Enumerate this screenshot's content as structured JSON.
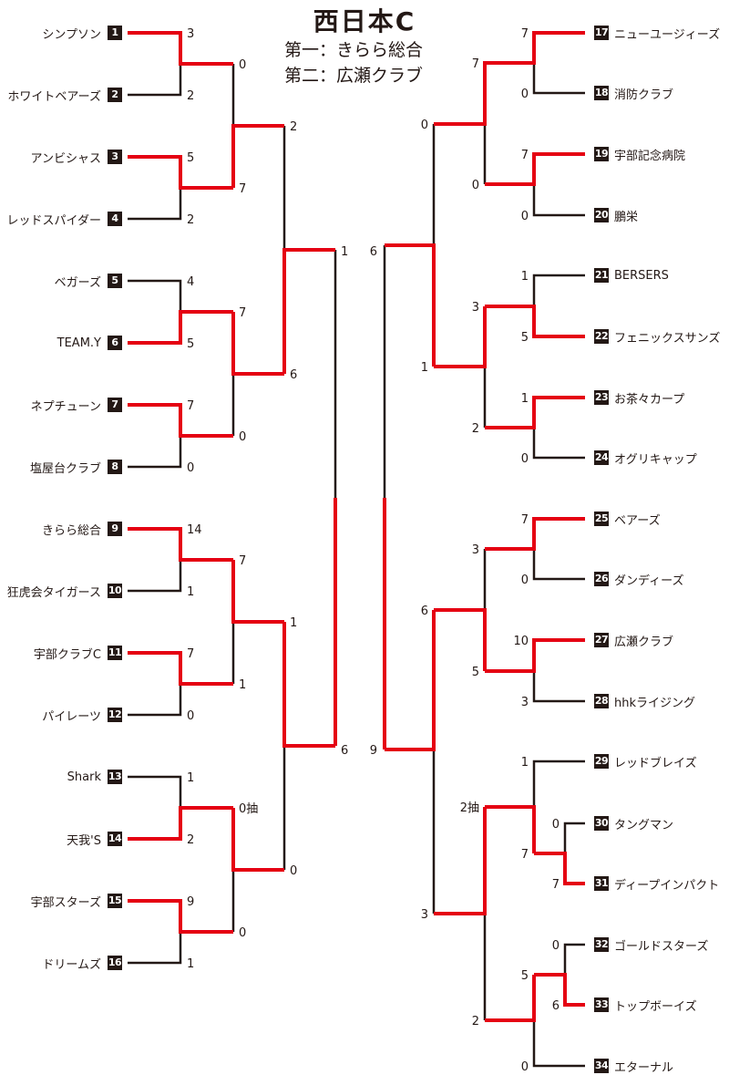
{
  "title": "西日本C",
  "subtitle_first": "第一：きらら総合",
  "subtitle_second": "第二：広瀬クラブ",
  "colors": {
    "winner_line": "#e50012",
    "line": "#231815"
  },
  "left_teams": [
    {
      "num": "1",
      "name": "シンプソン"
    },
    {
      "num": "2",
      "name": "ホワイトベアーズ"
    },
    {
      "num": "3",
      "name": "アンビシャス"
    },
    {
      "num": "4",
      "name": "レッドスパイダー"
    },
    {
      "num": "5",
      "name": "ベガーズ"
    },
    {
      "num": "6",
      "name": "TEAM.Y"
    },
    {
      "num": "7",
      "name": "ネプチューン"
    },
    {
      "num": "8",
      "name": "塩屋台クラブ"
    },
    {
      "num": "9",
      "name": "きらら総合"
    },
    {
      "num": "10",
      "name": "狂虎会タイガース"
    },
    {
      "num": "11",
      "name": "宇部クラブC"
    },
    {
      "num": "12",
      "name": "パイレーツ"
    },
    {
      "num": "13",
      "name": "Shark"
    },
    {
      "num": "14",
      "name": "天我'S"
    },
    {
      "num": "15",
      "name": "宇部スターズ"
    },
    {
      "num": "16",
      "name": "ドリームズ"
    }
  ],
  "right_teams": [
    {
      "num": "17",
      "name": "ニューユージィーズ"
    },
    {
      "num": "18",
      "name": "消防クラブ"
    },
    {
      "num": "19",
      "name": "宇部記念病院"
    },
    {
      "num": "20",
      "name": "鵬栄"
    },
    {
      "num": "21",
      "name": "BERSERS"
    },
    {
      "num": "22",
      "name": "フェニックスサンズ"
    },
    {
      "num": "23",
      "name": "お茶々カープ"
    },
    {
      "num": "24",
      "name": "オグリキャップ"
    },
    {
      "num": "25",
      "name": "ベアーズ"
    },
    {
      "num": "26",
      "name": "ダンディーズ"
    },
    {
      "num": "27",
      "name": "広瀬クラブ"
    },
    {
      "num": "28",
      "name": "hhkライジング"
    },
    {
      "num": "29",
      "name": "レッドブレイズ"
    },
    {
      "num": "30",
      "name": "タングマン"
    },
    {
      "num": "31",
      "name": "ディープインパクト"
    },
    {
      "num": "32",
      "name": "ゴールドスターズ"
    },
    {
      "num": "33",
      "name": "トップボーイズ"
    },
    {
      "num": "34",
      "name": "エターナル"
    }
  ],
  "scores": {
    "left": {
      "r1": [
        "3",
        "2",
        "5",
        "2",
        "4",
        "5",
        "7",
        "0",
        "14",
        "1",
        "7",
        "0",
        "1",
        "2",
        "9",
        "1"
      ],
      "r2": [
        "0",
        "7",
        "7",
        "0",
        "7",
        "1",
        "0抽",
        "0"
      ],
      "r3": [
        "2",
        "6",
        "1",
        "0"
      ],
      "sf": [
        "1",
        "6"
      ]
    },
    "right": {
      "r1": [
        "7",
        "0",
        "7",
        "0",
        "1",
        "5",
        "1",
        "0",
        "7",
        "0",
        "10",
        "3",
        "1",
        "0",
        "7",
        "0",
        "6",
        "0"
      ],
      "r1b": [
        "7",
        "5"
      ],
      "r2": [
        "7",
        "0",
        "3",
        "2",
        "3",
        "5",
        "2抽",
        "2"
      ],
      "r3": [
        "0",
        "1",
        "6",
        "3"
      ],
      "sf": [
        "6",
        "9"
      ]
    }
  }
}
